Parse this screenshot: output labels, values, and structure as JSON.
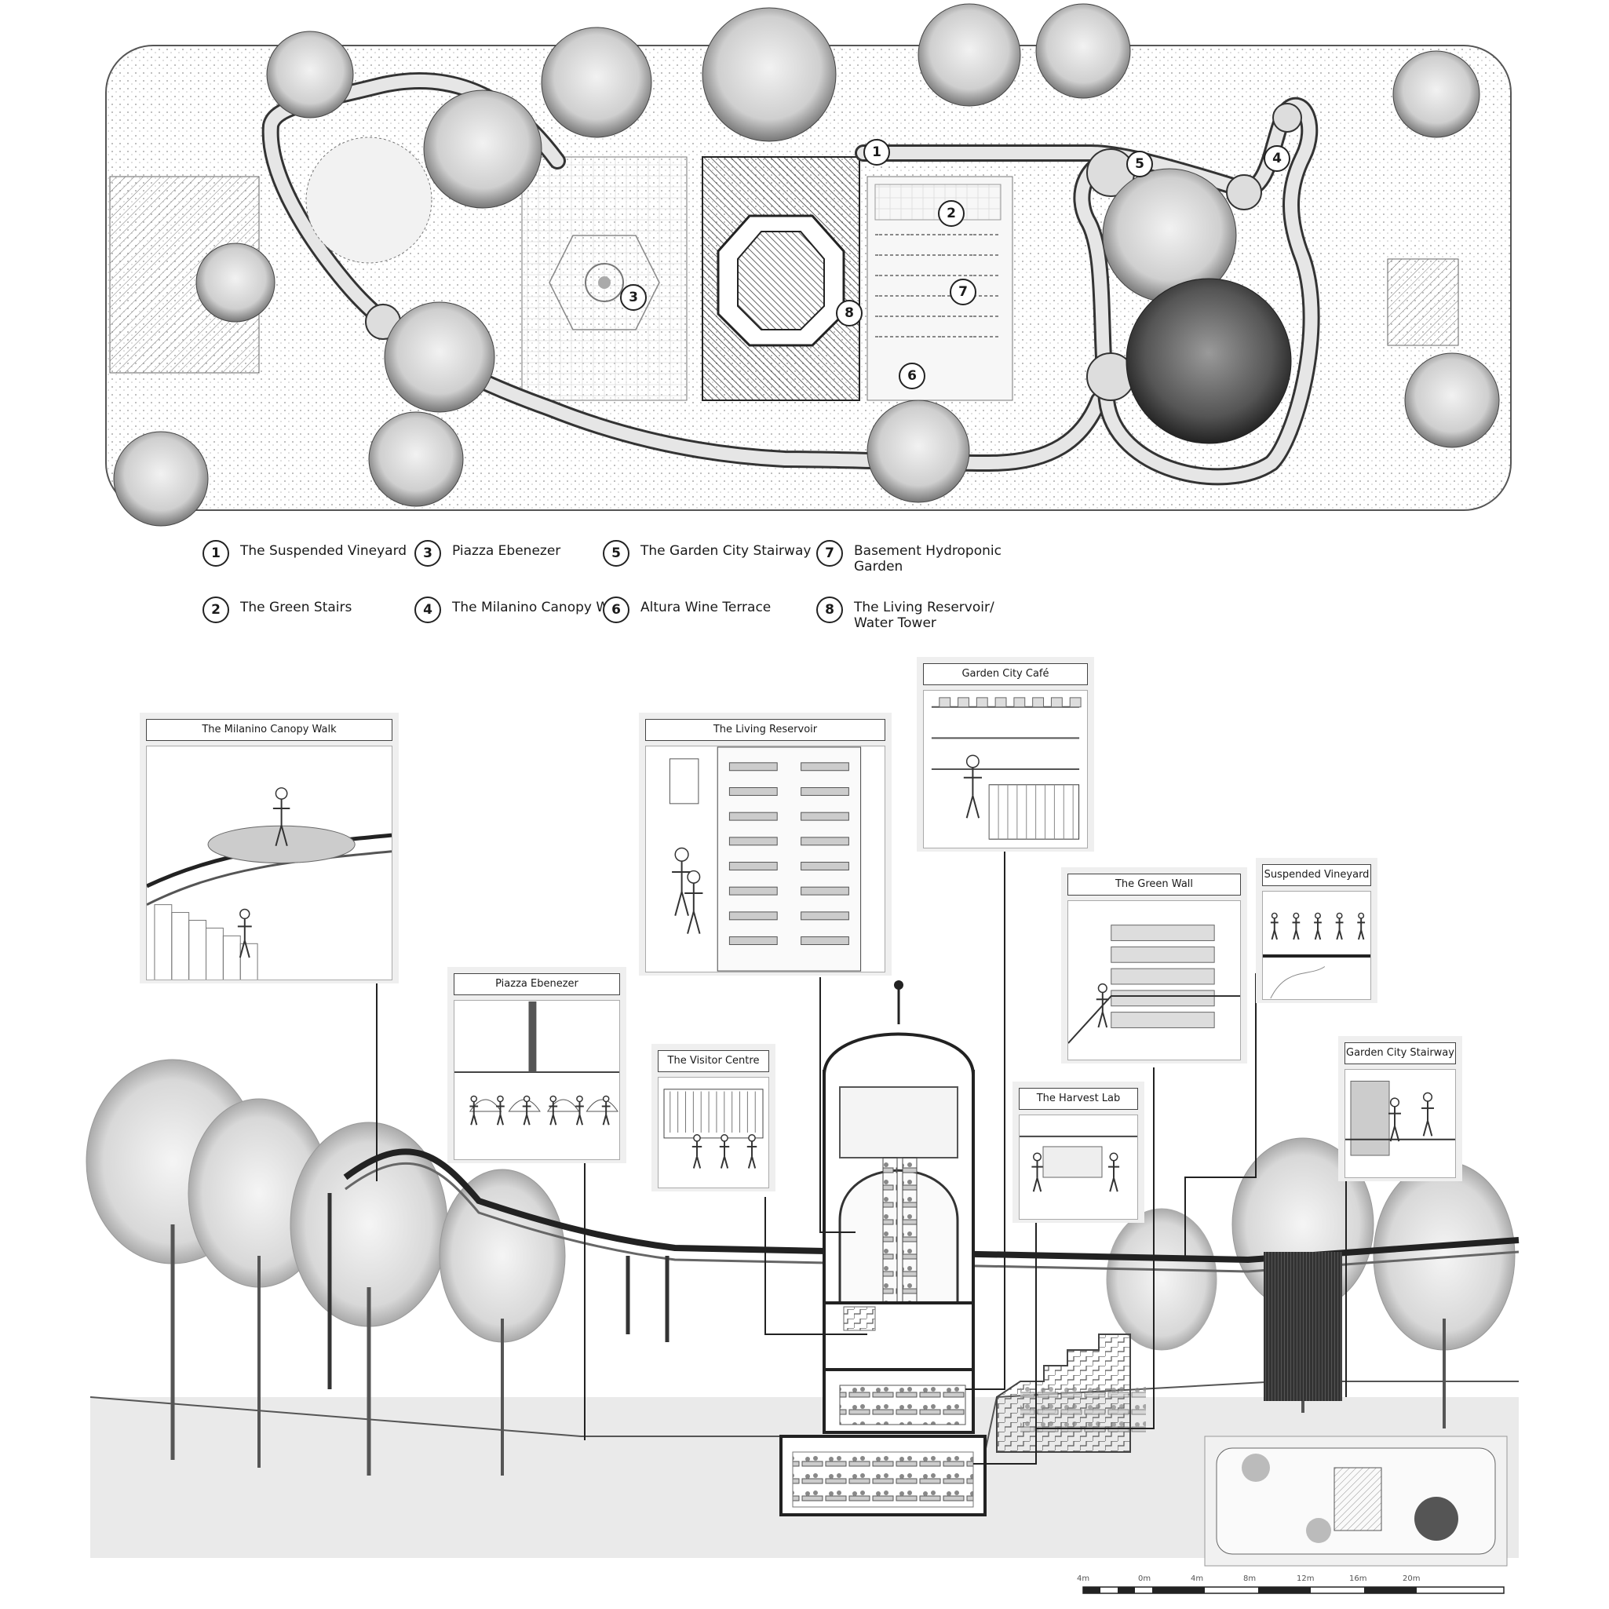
{
  "legend": [
    {
      "num": "1",
      "label": "The Suspended Vineyard"
    },
    {
      "num": "2",
      "label": "The Green Stairs"
    },
    {
      "num": "3",
      "label": "Piazza Ebenezer"
    },
    {
      "num": "4",
      "label": "The Milanino Canopy Walk"
    },
    {
      "num": "5",
      "label": "The Garden City Stairway"
    },
    {
      "num": "6",
      "label": "Altura Wine Terrace"
    },
    {
      "num": "7",
      "label": "Basement Hydroponic Garden"
    },
    {
      "num": "8",
      "label": "The Living Reservoir/ Water Tower"
    }
  ],
  "plan_markers": [
    "1",
    "2",
    "3",
    "4",
    "5",
    "6",
    "7",
    "8"
  ],
  "panels": [
    {
      "id": "canopy",
      "title": "The Milanino Canopy Walk"
    },
    {
      "id": "piazza",
      "title": "Piazza Ebenezer"
    },
    {
      "id": "reservoir",
      "title": "The Living Reservoir"
    },
    {
      "id": "visitor",
      "title": "The Visitor Centre"
    },
    {
      "id": "cafe",
      "title": "Garden City Café"
    },
    {
      "id": "greenwall",
      "title": "The Green Wall"
    },
    {
      "id": "harvest",
      "title": "The Harvest Lab"
    },
    {
      "id": "vineyard",
      "title": "Suspended Vineyard"
    },
    {
      "id": "stairway",
      "title": "Garden City Stairway"
    }
  ],
  "scale": {
    "labels": [
      "4m",
      "0m",
      "4m",
      "8m",
      "12m",
      "16m",
      "20m"
    ]
  }
}
